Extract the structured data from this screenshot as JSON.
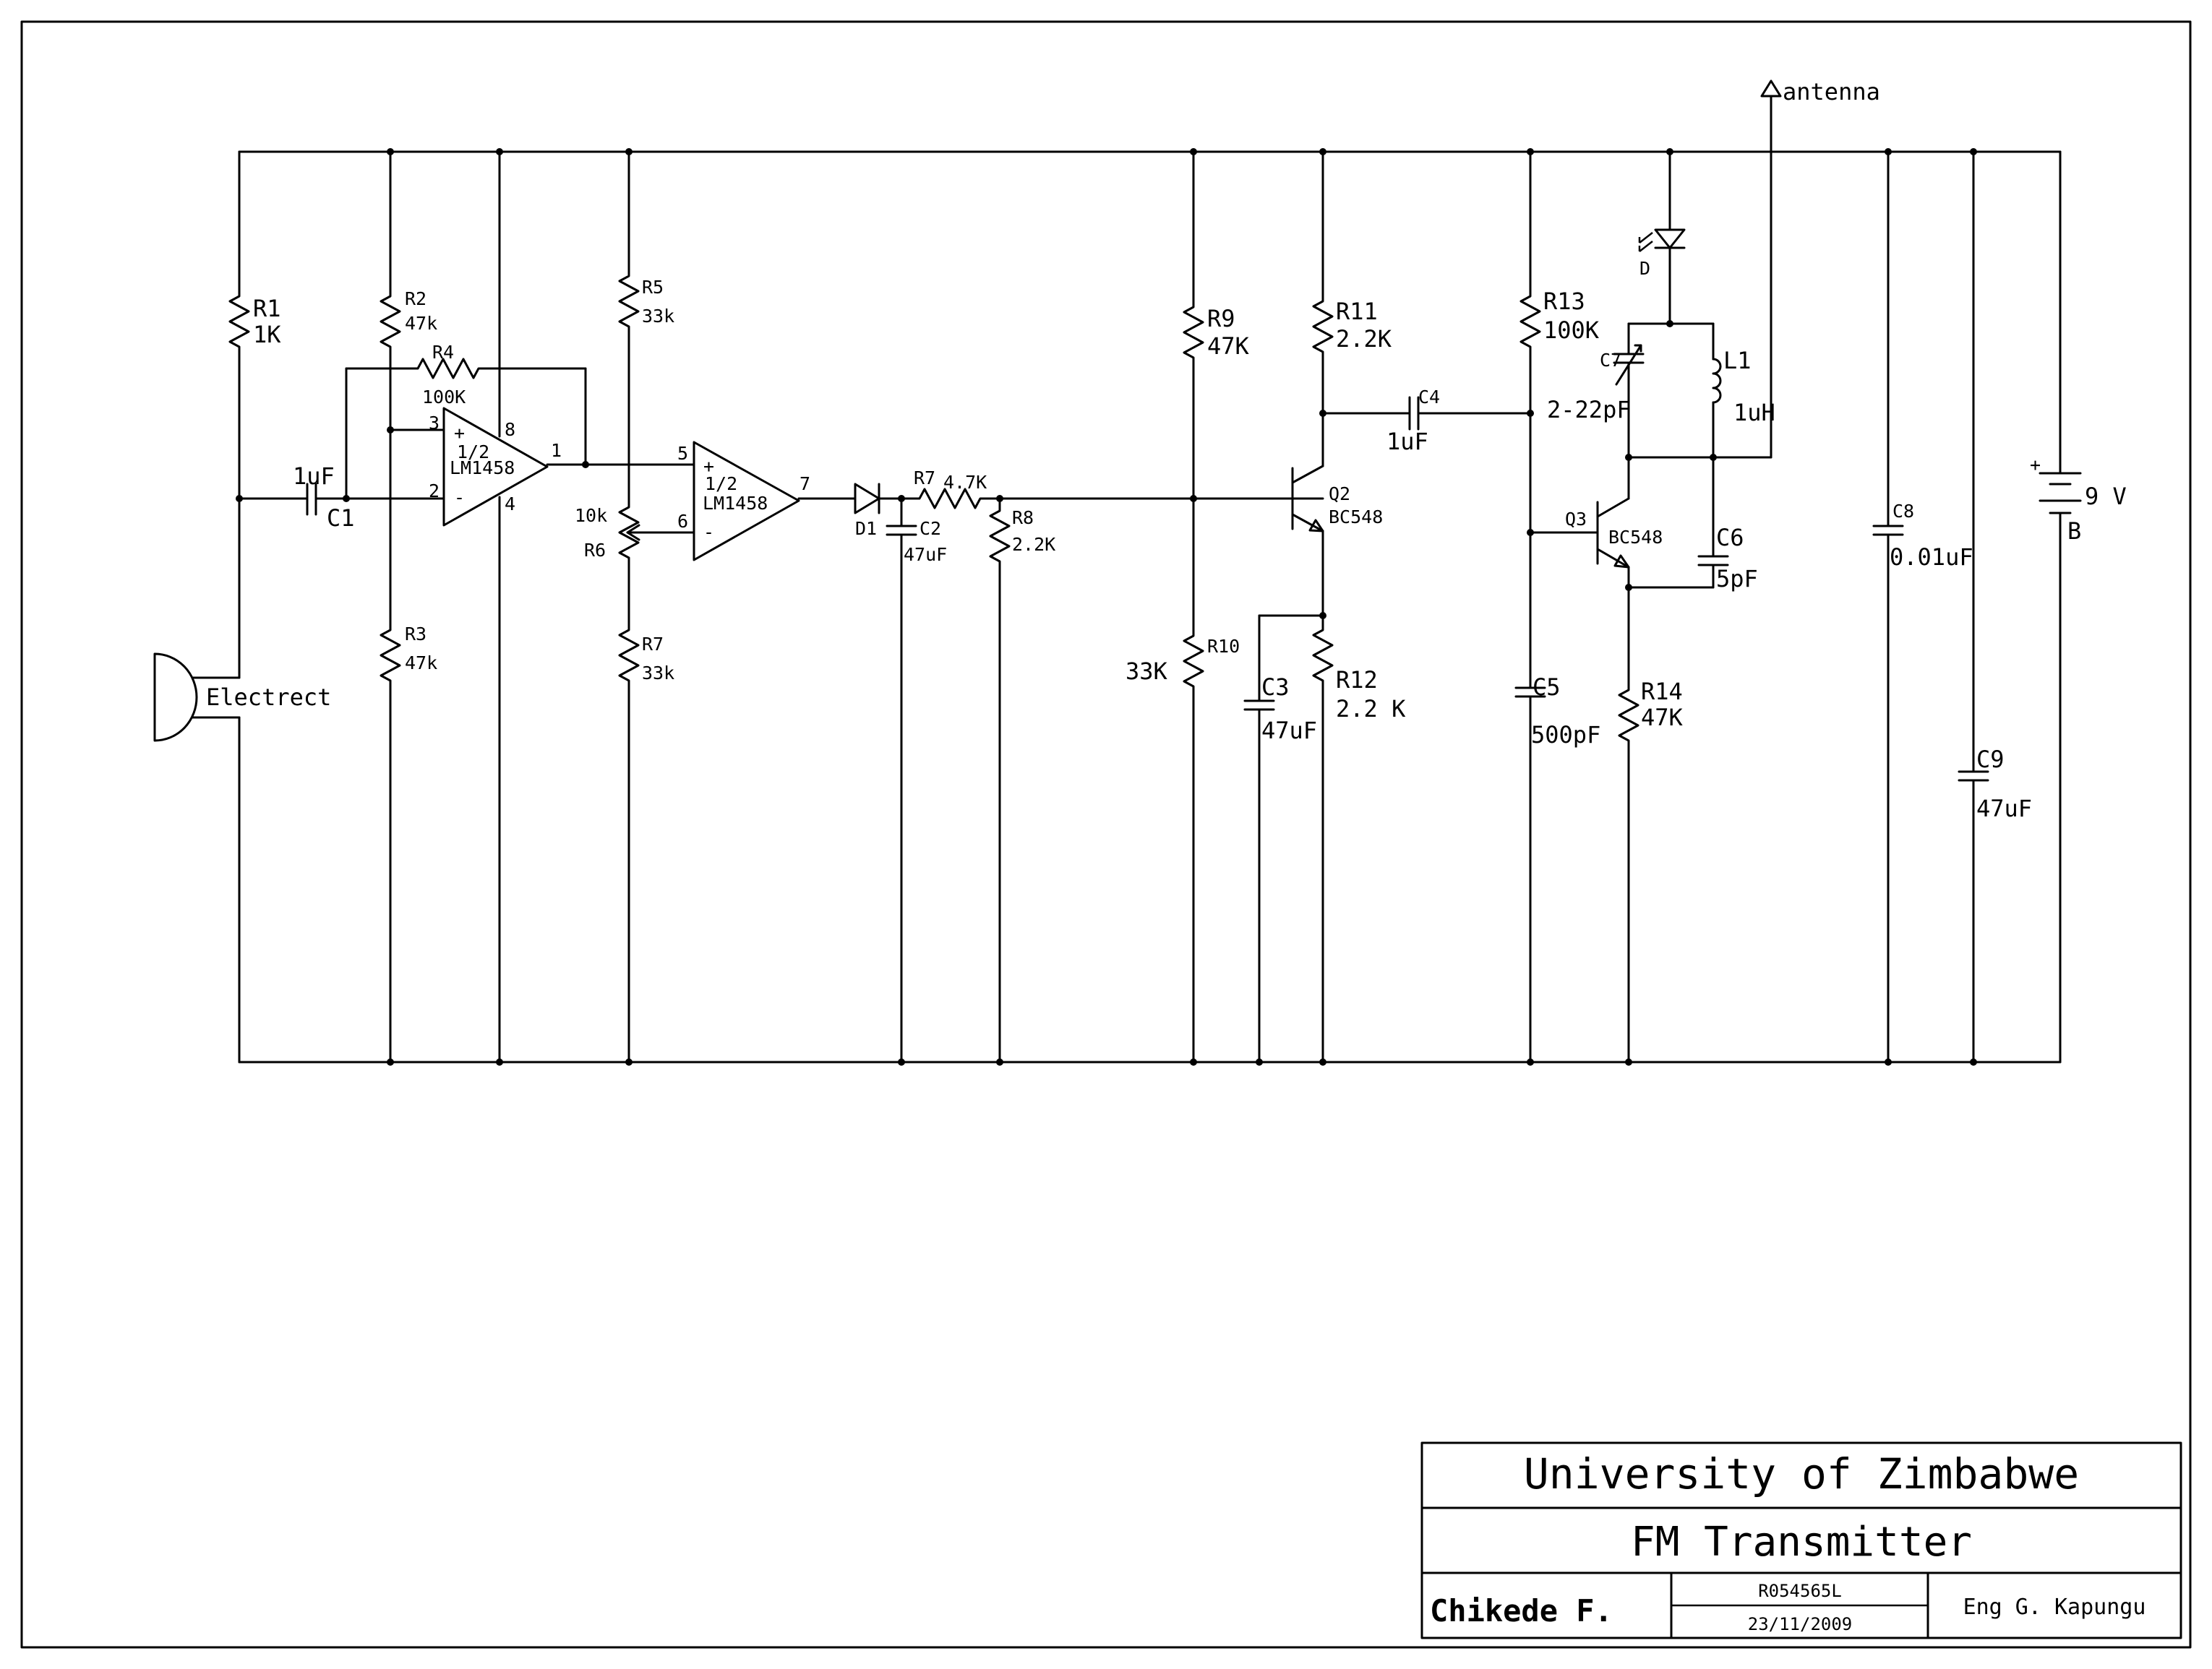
{
  "labels": {
    "r1_ref": "R1",
    "r1_val": "1K",
    "r2_ref": "R2",
    "r2_val": "47k",
    "r3_ref": "R3",
    "r3_val": "47k",
    "r4_ref": "R4",
    "r4_val": "100K",
    "r5_ref": "R5",
    "r5_val": "33k",
    "r6_ref": "R6",
    "r6_val": "10k",
    "r7a_ref": "R7",
    "r7a_val": "33k",
    "r7b_ref": "R7",
    "r7b_val": "4.7K",
    "r8_ref": "R8",
    "r8_val": "2.2K",
    "r9_ref": "R9",
    "r9_val": "47K",
    "r10_ref": "R10",
    "r10_val": "33K",
    "r11_ref": "R11",
    "r11_val": "2.2K",
    "r12_ref": "R12",
    "r12_val": "2.2 K",
    "r13_ref": "R13",
    "r13_val": "100K",
    "r14_ref": "R14",
    "r14_val": "47K",
    "c1_ref": "C1",
    "c1_val": "1uF",
    "c2_ref": "C2",
    "c2_val": "47uF",
    "c3_ref": "C3",
    "c3_val": "47uF",
    "c4_ref": "C4",
    "c4_val": "1uF",
    "c5_ref": "C5",
    "c5_val": "500pF",
    "c6_ref": "C6",
    "c6_val": "5pF",
    "c7_ref": "C7",
    "c7_val": "2-22pF",
    "c8_ref": "C8",
    "c8_val": "0.01uF",
    "c9_ref": "C9",
    "c9_val": "47uF",
    "l1_ref": "L1",
    "l1_val": "1uH",
    "d1_ref": "D1",
    "led_ref": "D",
    "q2_ref": "Q2",
    "q2_val": "BC548",
    "q3_ref": "Q3",
    "q3_val": "BC548",
    "u1_half": "1/2",
    "u1_part": "LM1458",
    "u2_half": "1/2",
    "u2_part": "LM1458",
    "pin_1": "1",
    "pin_2": "2",
    "pin_3": "3",
    "pin_4": "4",
    "pin_5": "5",
    "pin_6": "6",
    "pin_7": "7",
    "pin_8": "8",
    "plus": "+",
    "minus": "-",
    "mic": "Electrect",
    "antenna": "antenna",
    "battery_val": "9 V",
    "battery_ref": "B",
    "battery_plus": "+"
  },
  "title_block": {
    "institution": "University of Zimbabwe",
    "title": "FM Transmitter",
    "author": "Chikede F.",
    "reg_no": "R054565L",
    "date": "23/11/2009",
    "supervisor": "Eng G. Kapungu"
  }
}
